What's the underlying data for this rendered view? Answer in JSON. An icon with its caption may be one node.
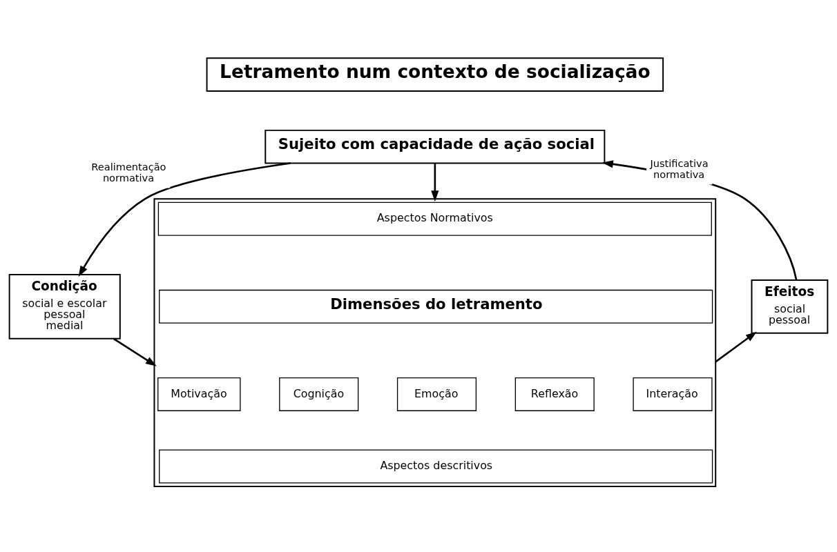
{
  "diagram": {
    "nodes": [
      {
        "text": [
          "Letramento num contexto de socialização"
        ]
      },
      {
        "text": [
          "Sujeito com capacidade de ação social"
        ]
      },
      {
        "text": [
          "Condição",
          "social e escolar",
          "pessoal",
          "medial"
        ]
      },
      {
        "text": [
          "Efeitos",
          "social",
          "pessoal"
        ]
      },
      {
        "text": [],
        "shape": "box"
      },
      {
        "text": [
          "Aspectos Normativos"
        ],
        "in": 4
      },
      {
        "text": [
          "Dimensões do letramento"
        ],
        "in": 4
      },
      {
        "text": [
          "Motivação"
        ],
        "in": 4
      },
      {
        "text": [
          "Cognição"
        ],
        "in": 4
      },
      {
        "text": [
          "Emoção"
        ],
        "in": 4
      },
      {
        "text": [
          "Reflexão"
        ],
        "in": 4
      },
      {
        "text": [
          "Interação"
        ],
        "in": 4
      },
      {
        "text": [
          "Aspectos descritivos"
        ],
        "in": 4
      }
    ],
    "edges": [
      {
        "from": 1,
        "to": 2,
        "arrow": "to",
        "label": "Realimentação normativa"
      },
      {
        "from": 3,
        "to": 1,
        "arrow": "to",
        "label": "Justificativa normativa"
      },
      {
        "from": 1,
        "to": 4,
        "arrow": "to"
      },
      {
        "from": 2,
        "to": 4,
        "arrow": "to"
      },
      {
        "from": 4,
        "to": 3,
        "arrow": "to"
      }
    ]
  }
}
